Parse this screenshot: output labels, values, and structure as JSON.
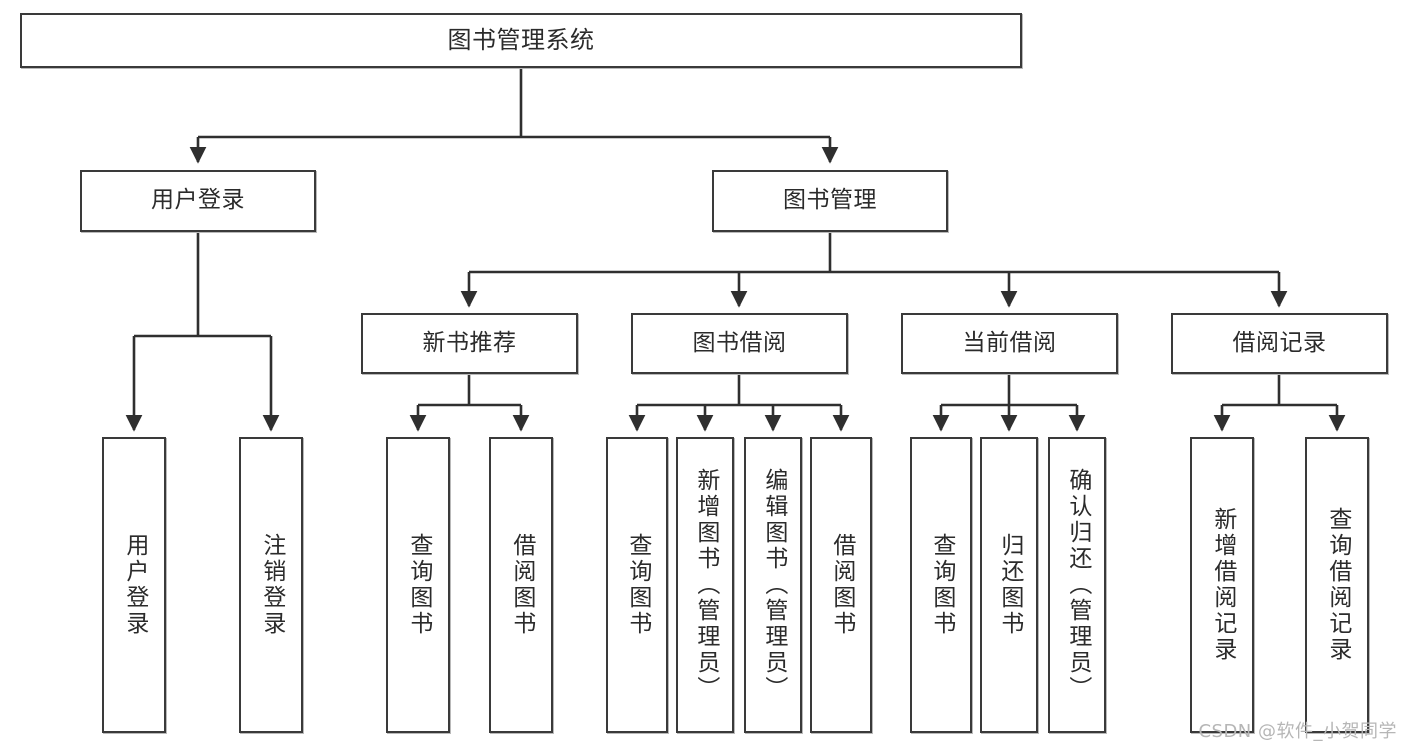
{
  "diagram": {
    "title": "图书管理系统",
    "type": "tree",
    "orientation": "top-down",
    "colors": {
      "box_border": "#3a3a3a",
      "box_fill": "#ffffff",
      "edge": "#2f2f2f",
      "text": "#2b2b2b",
      "watermark": "#b6b6b6",
      "background": "#ffffff"
    },
    "root": {
      "id": "root",
      "label": "图书管理系统"
    },
    "level2": [
      {
        "id": "user-login",
        "label": "用户登录"
      },
      {
        "id": "book-management",
        "label": "图书管理"
      }
    ],
    "level3": [
      {
        "id": "new-book-recommend",
        "label": "新书推荐"
      },
      {
        "id": "book-borrow",
        "label": "图书借阅"
      },
      {
        "id": "current-borrow",
        "label": "当前借阅"
      },
      {
        "id": "borrow-record",
        "label": "借阅记录"
      }
    ],
    "leaves": {
      "user_login": [
        {
          "id": "leaf-user-login",
          "label": "用户登录"
        },
        {
          "id": "leaf-logout",
          "label": "注销登录"
        }
      ],
      "new_book_recommend": [
        {
          "id": "leaf-query-book-1",
          "label": "查询图书"
        },
        {
          "id": "leaf-borrow-book-1",
          "label": "借阅图书"
        }
      ],
      "book_borrow": [
        {
          "id": "leaf-query-book-2",
          "label": "查询图书"
        },
        {
          "id": "leaf-add-book",
          "label": "新增图书（管理员）"
        },
        {
          "id": "leaf-edit-book",
          "label": "编辑图书（管理员）"
        },
        {
          "id": "leaf-borrow-book-2",
          "label": "借阅图书"
        }
      ],
      "current_borrow": [
        {
          "id": "leaf-query-book-3",
          "label": "查询图书"
        },
        {
          "id": "leaf-return-book",
          "label": "归还图书"
        },
        {
          "id": "leaf-confirm-return",
          "label": "确认归还（管理员）"
        }
      ],
      "borrow_record": [
        {
          "id": "leaf-add-record",
          "label": "新增借阅记录"
        },
        {
          "id": "leaf-query-record",
          "label": "查询借阅记录"
        }
      ]
    }
  },
  "watermark": {
    "text": "CSDN @软件_小贺同学"
  }
}
